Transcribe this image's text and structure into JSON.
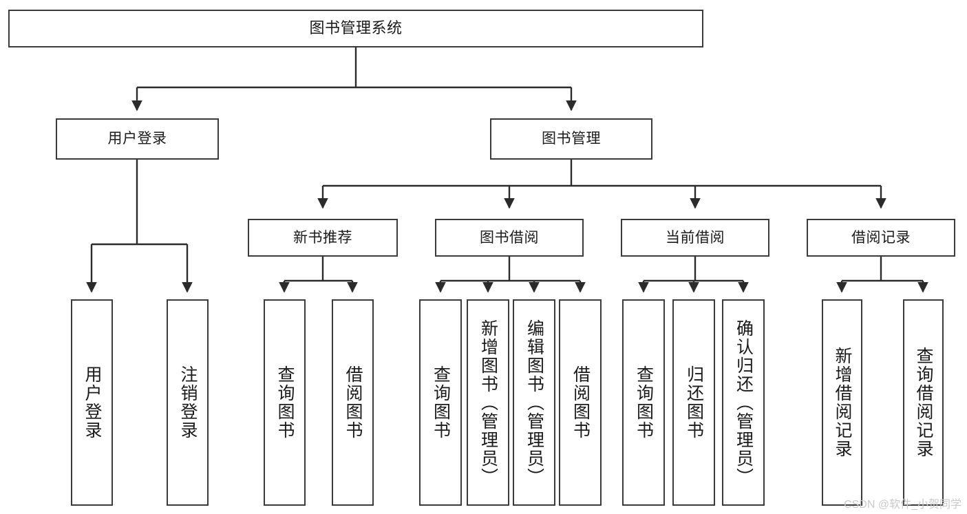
{
  "diagram": {
    "title": "图书管理系统",
    "type": "tree",
    "watermark": "CSDN @软件_小贺同学",
    "colors": {
      "box_border": "#3a3a3a",
      "box_fill": "#ffffff",
      "edge": "#2b2b2b",
      "text": "#1a1a1a",
      "watermark": "#c9c9c9",
      "background": "#ffffff"
    },
    "nodes": {
      "root": {
        "label": "图书管理系统",
        "level": 0
      },
      "level1": [
        {
          "id": "user-login",
          "label": "用户登录"
        },
        {
          "id": "book-manage",
          "label": "图书管理"
        }
      ],
      "level2": [
        {
          "id": "new-book-recommend",
          "label": "新书推荐",
          "parent": "book-manage"
        },
        {
          "id": "book-borrow",
          "label": "图书借阅",
          "parent": "book-manage"
        },
        {
          "id": "current-borrow",
          "label": "当前借阅",
          "parent": "book-manage"
        },
        {
          "id": "borrow-record",
          "label": "借阅记录",
          "parent": "book-manage"
        }
      ],
      "leaves": {
        "user-login": [
          {
            "id": "leaf-user-login",
            "label": "用户登录"
          },
          {
            "id": "leaf-logout",
            "label": "注销登录"
          }
        ],
        "new-book-recommend": [
          {
            "id": "leaf-query-book-1",
            "label": "查询图书"
          },
          {
            "id": "leaf-borrow-book-1",
            "label": "借阅图书"
          }
        ],
        "book-borrow": [
          {
            "id": "leaf-query-book-2",
            "label": "查询图书"
          },
          {
            "id": "leaf-add-book",
            "label": "新增图书（管理员）"
          },
          {
            "id": "leaf-edit-book",
            "label": "编辑图书（管理员）"
          },
          {
            "id": "leaf-borrow-book-2",
            "label": "借阅图书"
          }
        ],
        "current-borrow": [
          {
            "id": "leaf-query-book-3",
            "label": "查询图书"
          },
          {
            "id": "leaf-return-book",
            "label": "归还图书"
          },
          {
            "id": "leaf-confirm-return",
            "label": "确认归还（管理员）"
          }
        ],
        "borrow-record": [
          {
            "id": "leaf-add-record",
            "label": "新增借阅记录"
          },
          {
            "id": "leaf-query-record",
            "label": "查询借阅记录"
          }
        ]
      }
    }
  }
}
